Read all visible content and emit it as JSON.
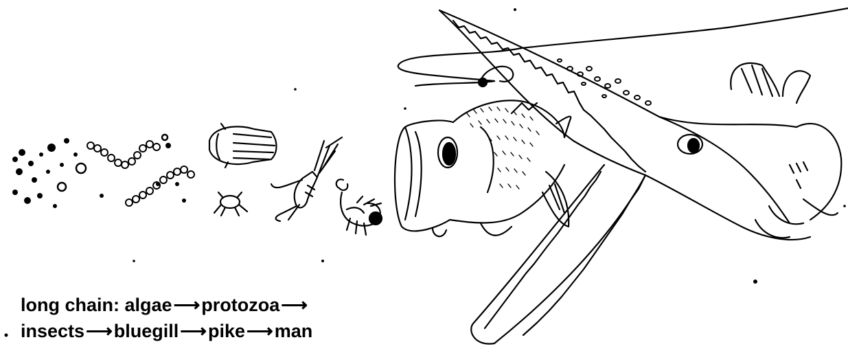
{
  "caption": {
    "line1": {
      "prefix": "long chain:",
      "items": [
        "algae",
        "protozoa"
      ],
      "arrow": "⟶"
    },
    "line2": {
      "items": [
        "insects",
        "bluegill",
        "pike",
        "man"
      ],
      "arrow": "⟶"
    }
  },
  "illustration": {
    "ink_color": "#000000",
    "background": "#ffffff",
    "elements": [
      "algae-cells",
      "algae-filaments",
      "protozoan",
      "small-crustacean",
      "aquatic-insect-larva",
      "insect-nymph",
      "bluegill-fish",
      "pike-fish",
      "fishing-line",
      "fishing-hook"
    ]
  }
}
